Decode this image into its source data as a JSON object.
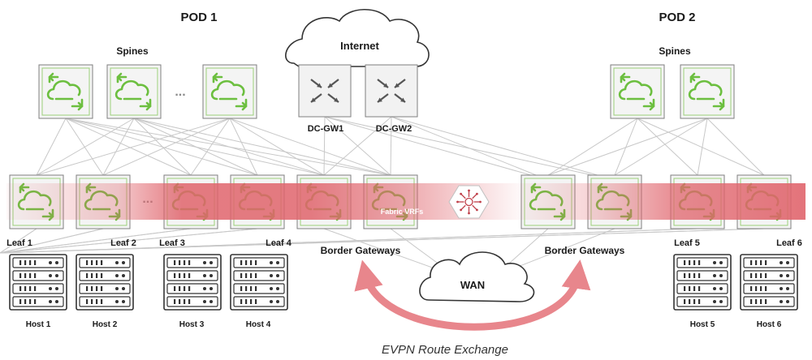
{
  "pods": [
    {
      "title": "POD 1",
      "spines_label": "Spines"
    },
    {
      "title": "POD 2",
      "spines_label": "Spines"
    }
  ],
  "internet": {
    "label": "Internet",
    "gateways": [
      "DC-GW1",
      "DC-GW2"
    ]
  },
  "ellipsis": "...",
  "leaves": [
    "Leaf 1",
    "Leaf 2",
    "Leaf 3",
    "Leaf 4",
    "Leaf 5",
    "Leaf 6"
  ],
  "border_gateways_label": "Border Gateways",
  "fabric_vrfs_label": "Fabric VRFs",
  "wan_label": "WAN",
  "hosts": [
    "Host 1",
    "Host 2",
    "Host 3",
    "Host 4",
    "Host 5",
    "Host 6"
  ],
  "evpn_label": "EVPN Route Exchange",
  "colors": {
    "accent_green": "#6cbf3f",
    "vrf_band": "#e0646c",
    "arrow": "#e8868c"
  }
}
